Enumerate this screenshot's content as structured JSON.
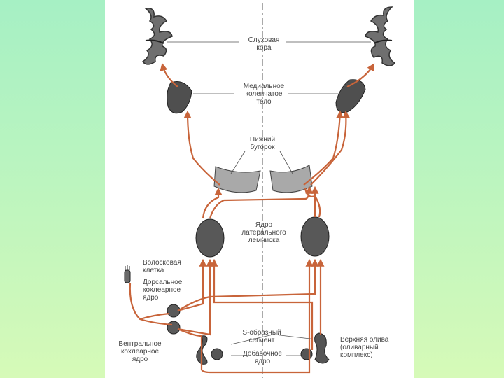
{
  "labels": {
    "auditory_cortex": [
      "Слуховая",
      "кора"
    ],
    "medial_geniculate": [
      "Медиальное",
      "коленчатое",
      "тело"
    ],
    "inferior_colliculus": [
      "Нижний",
      "бугорок"
    ],
    "lateral_lemniscus": [
      "Ядро",
      "латерального",
      "лемниска"
    ],
    "hair_cell": [
      "Волосковая",
      "клетка"
    ],
    "dorsal_cochlear": [
      "Дорсальное",
      "кохлеарное",
      "ядро"
    ],
    "ventral_cochlear": [
      "Вентральное",
      "кохлеарное",
      "ядро"
    ],
    "s_segment": [
      "S-образный",
      "сегмент"
    ],
    "accessory_nucleus": [
      "Добавочное",
      "ядро"
    ],
    "superior_olive": [
      "Верхняя олива",
      "(оливарный",
      "комплекс)"
    ]
  },
  "colors": {
    "pathway": "#c8643a",
    "nucleus_fill": "#5e5e5e",
    "colliculus_fill": "#a9a9a9",
    "label_text": "#444444",
    "background_top": "#a6f0c4",
    "background_bottom": "#d6fab8"
  }
}
